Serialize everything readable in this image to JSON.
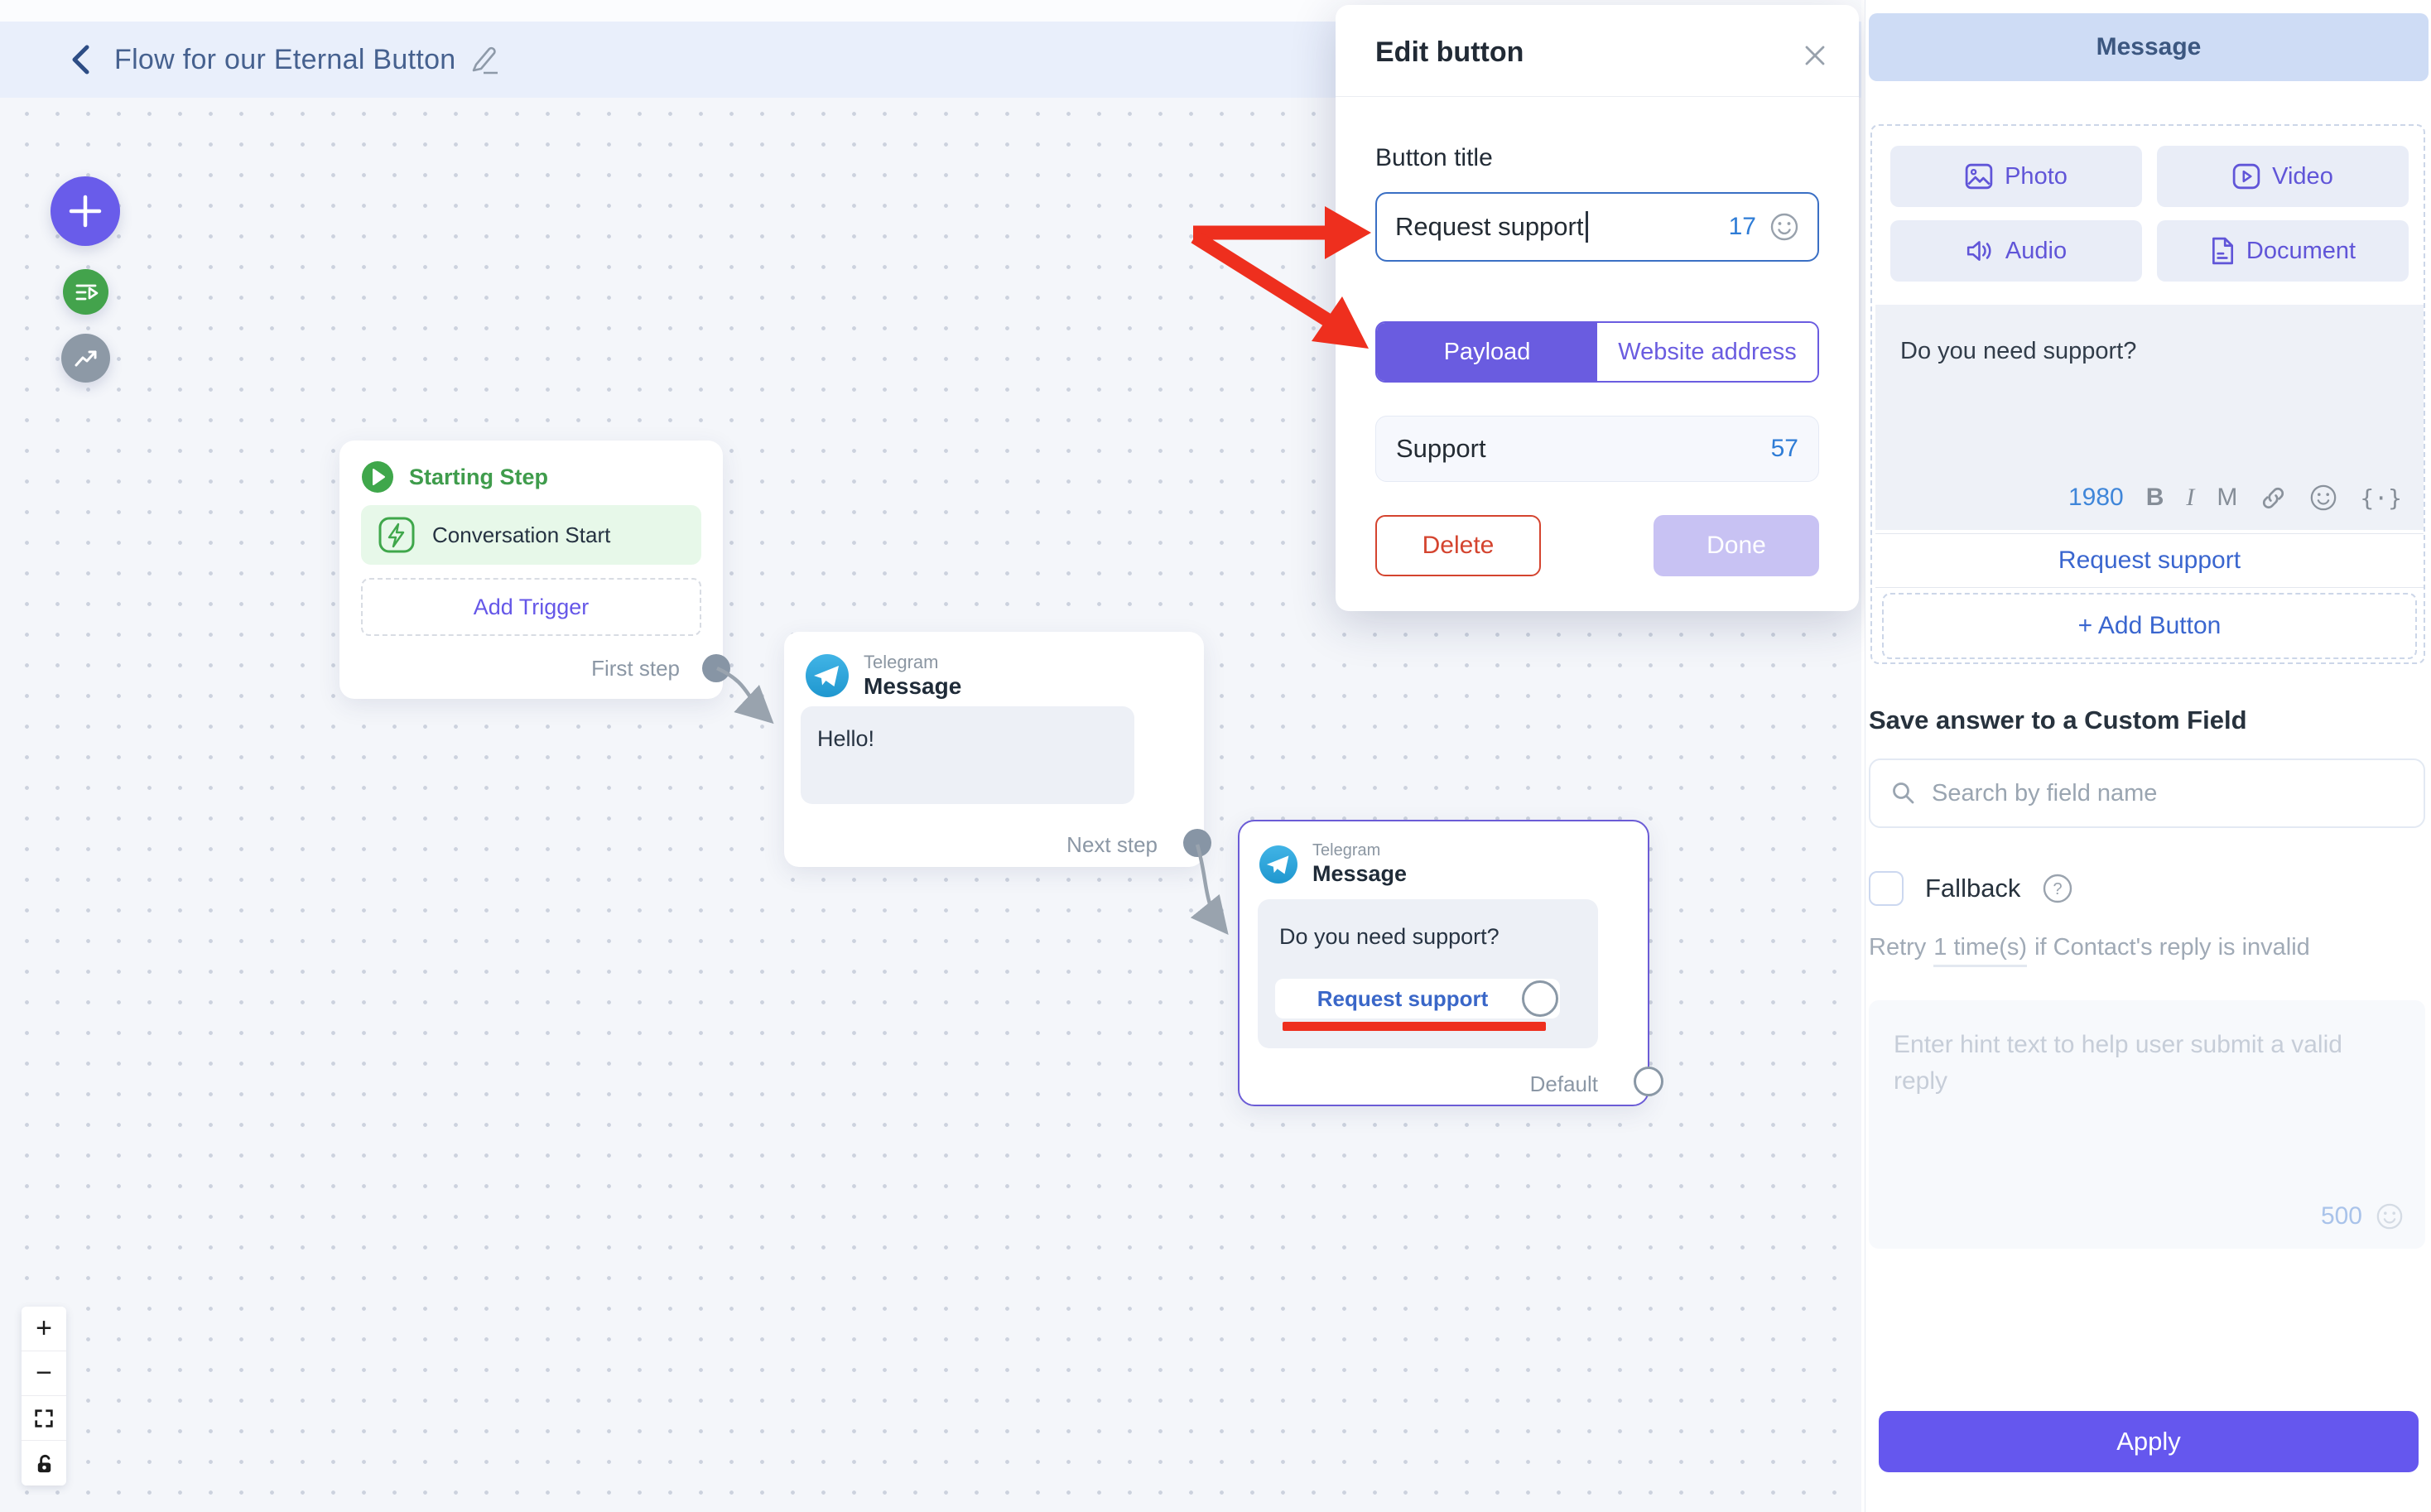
{
  "app": {
    "title": "Flow for our Eternal Button"
  },
  "canvas": {
    "nodes": {
      "starting": {
        "title": "Starting Step",
        "trigger_label": "Conversation Start",
        "add_trigger_label": "Add Trigger",
        "output_label": "First step"
      },
      "message1": {
        "channel": "Telegram",
        "type": "Message",
        "text": "Hello!",
        "output_label": "Next step"
      },
      "message2": {
        "channel": "Telegram",
        "type": "Message",
        "text": "Do you need support?",
        "button_label": "Request support",
        "output_label": "Default"
      }
    },
    "zoom_controls": {
      "zoom_in": "+",
      "zoom_out": "−"
    }
  },
  "modal": {
    "title": "Edit button",
    "field_label": "Button title",
    "title_input": {
      "value": "Request support",
      "char_count": "17"
    },
    "tabs": {
      "payload": "Payload",
      "website": "Website address",
      "active": "Payload"
    },
    "payload_input": {
      "value": "Support",
      "char_count": "57"
    },
    "delete_label": "Delete",
    "done_label": "Done"
  },
  "sidebar": {
    "title": "Message",
    "attachments": [
      {
        "label": "Photo"
      },
      {
        "label": "Video"
      },
      {
        "label": "Audio"
      },
      {
        "label": "Document"
      }
    ],
    "message": {
      "text": "Do you need support?",
      "char_count": "1980"
    },
    "toolbar": {
      "bold": "B",
      "italic": "I",
      "mono": "M",
      "braces": "{·}"
    },
    "button_label": "Request support",
    "add_button_label": "+ Add Button",
    "custom_field": {
      "heading": "Save answer to a Custom Field",
      "search_placeholder": "Search by field name"
    },
    "fallback": {
      "label": "Fallback",
      "retry_prefix": "Retry",
      "retry_value": "1 time(s)",
      "retry_suffix": "if Contact's reply is invalid",
      "hint_placeholder": "Enter hint text to help user submit a valid reply",
      "hint_char_count": "500"
    },
    "apply_label": "Apply"
  },
  "colors": {
    "accent_purple": "#6a5ce0",
    "annotation_red": "#ee2f1e",
    "telegram_blue": "#2f9fd8",
    "green": "#3fa74b",
    "link_blue": "#3a66cf",
    "count_blue": "#2e7cd6",
    "canvas_bg": "#f4f6fa",
    "header_bg": "#e9effb",
    "sidebar_titlebar_bg": "#cedcf5"
  }
}
